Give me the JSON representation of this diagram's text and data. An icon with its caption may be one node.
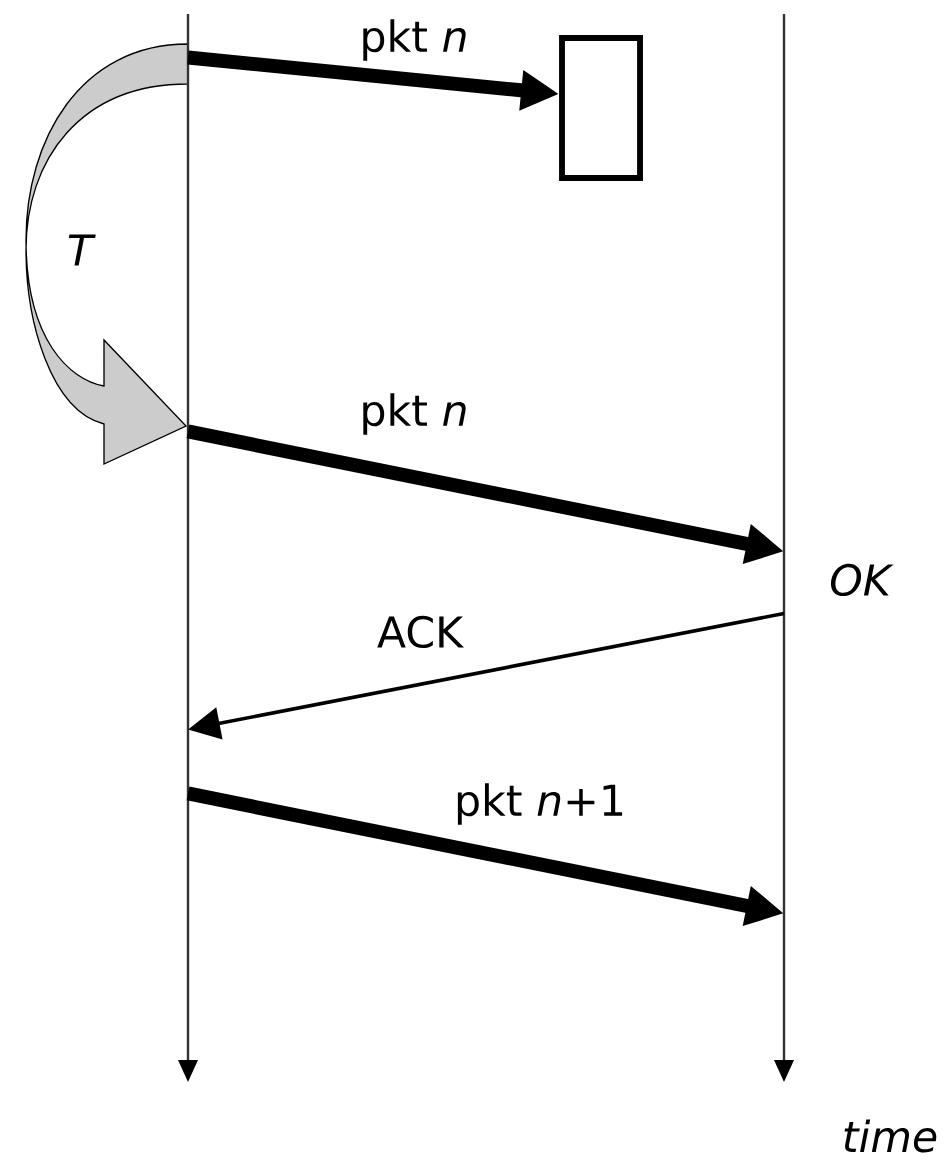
{
  "diagram": {
    "nodes": [
      {
        "text": [],
        "shape": "line"
      },
      {
        "text": [],
        "shape": "line",
        "beside": [
          "OK"
        ]
      },
      {
        "text": [],
        "shape": "box"
      }
    ],
    "edges": [
      {
        "from": 0,
        "to": 2,
        "arrow": "to",
        "label": "pkt *n*"
      },
      {
        "from": 0,
        "to": 1,
        "arrow": "to",
        "label": "pkt *n*"
      },
      {
        "from": 1,
        "to": 0,
        "arrow": "to",
        "label": "ACK"
      },
      {
        "from": 0,
        "to": 1,
        "arrow": "to",
        "label": "pkt *n*+1"
      }
    ],
    "labels": [
      "T",
      "time"
    ]
  }
}
